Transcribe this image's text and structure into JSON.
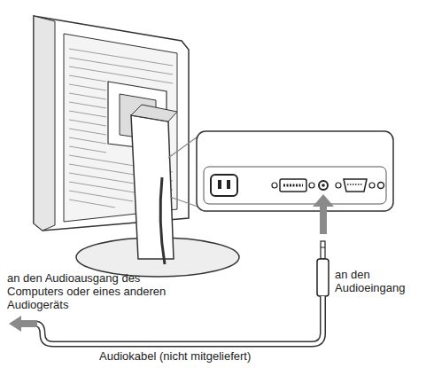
{
  "diagram": {
    "labels": [
      "an den Audioausgang des Computers oder eines anderen Audiogeräts",
      "an den Audioeingang",
      "Audiokabel (nicht mitgeliefert)"
    ]
  }
}
